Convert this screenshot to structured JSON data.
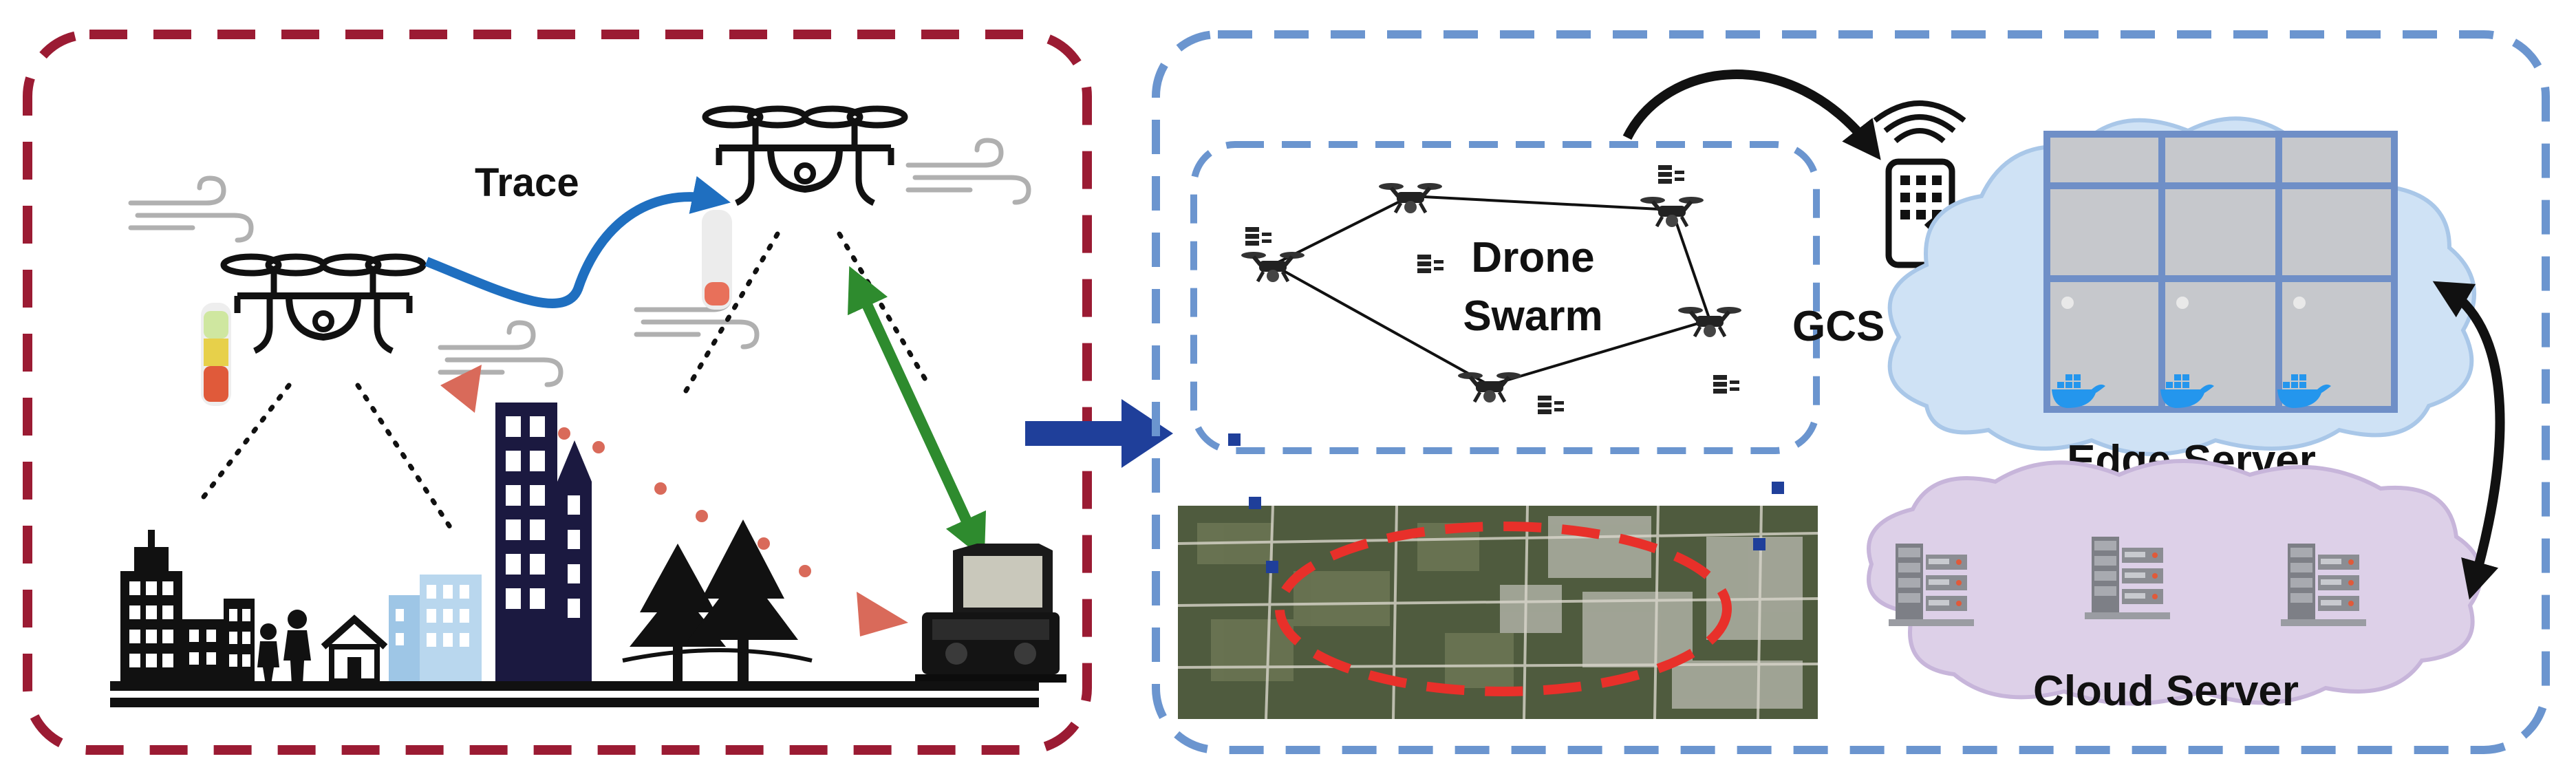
{
  "labels": {
    "trace": "Trace",
    "drone_swarm_line1": "Drone",
    "drone_swarm_line2": "Swarm",
    "gcs_agent": "GCS Agent",
    "edge_server": "Edge Server",
    "cloud_server": "Cloud Server"
  },
  "colors": {
    "left_frame": "#9b1b33",
    "right_frame": "#6b95cf",
    "trace_arrow": "#1f6fc0",
    "link_arrow": "#2e8b2e",
    "flow_arrow": "#1f3f9a",
    "red_marker": "#d96a5a",
    "edge_cloud": "#cfe2f5",
    "cloud_cloud": "#ddd0e8",
    "map_route": "#e8302a",
    "docker_blue": "#2496ed"
  },
  "icons": {
    "wind": "wind-icon",
    "battery": "battery-gauge-icon",
    "drone": "quadcopter-drone-icon",
    "city": "city-skyline-icon",
    "pedestrians": "pedestrians-icon",
    "house": "house-icon",
    "trees": "pine-trees-icon",
    "ground_station": "ground-control-station-icon",
    "server_rack": "server-rack-icon",
    "tablet": "tablet-remote-icon",
    "docker": "docker-whale-icon"
  }
}
